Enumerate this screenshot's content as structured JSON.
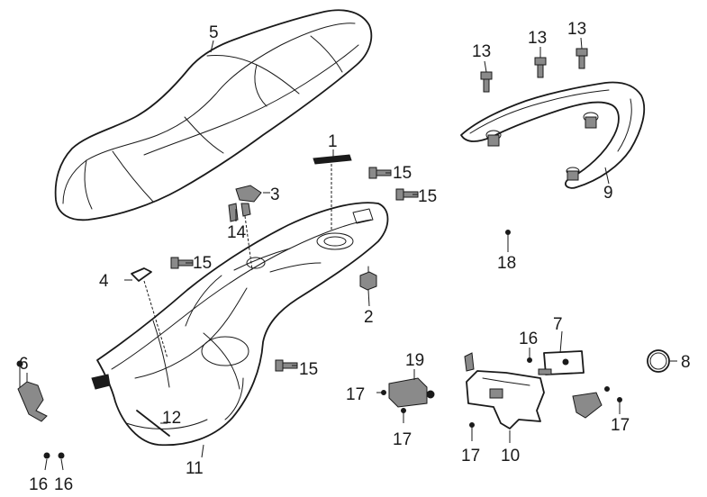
{
  "callouts": {
    "c1": "1",
    "c2": "2",
    "c3": "3",
    "c4": "4",
    "c5": "5",
    "c6": "6",
    "c7": "7",
    "c8": "8",
    "c9": "9",
    "c10": "10",
    "c11": "11",
    "c12": "12",
    "c13a": "13",
    "c13b": "13",
    "c13c": "13",
    "c14": "14",
    "c15a": "15",
    "c15b": "15",
    "c15c": "15",
    "c15d": "15",
    "c16a": "16",
    "c16b": "16",
    "c16c": "16",
    "c17a": "17",
    "c17b": "17",
    "c17c": "17",
    "c17d": "17",
    "c18": "18",
    "c19": "19"
  },
  "colors": {
    "line": "#1a1a1a",
    "background": "#ffffff"
  }
}
